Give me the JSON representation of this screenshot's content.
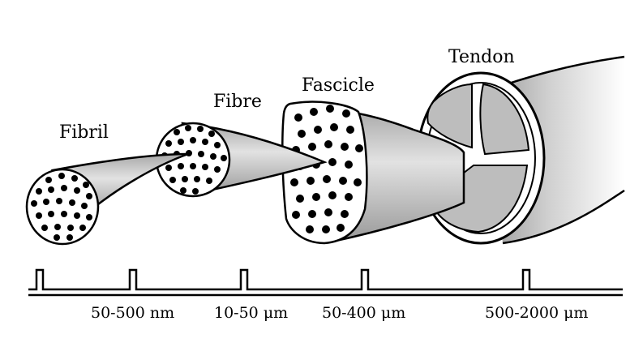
{
  "labels": {
    "fibril": "Fibril",
    "fibre": "Fibre",
    "fascicle": "Fascicle",
    "tendon": "Tendon"
  },
  "scale": {
    "ticks": [
      "50-500 nm",
      "10-50 μm",
      "50-400 μm",
      "500-2000 μm"
    ]
  },
  "colors": {
    "outline": "#000000",
    "fill_gray": "#bdbdbd",
    "section_fill": "#ffffff",
    "dot": "#000000"
  }
}
